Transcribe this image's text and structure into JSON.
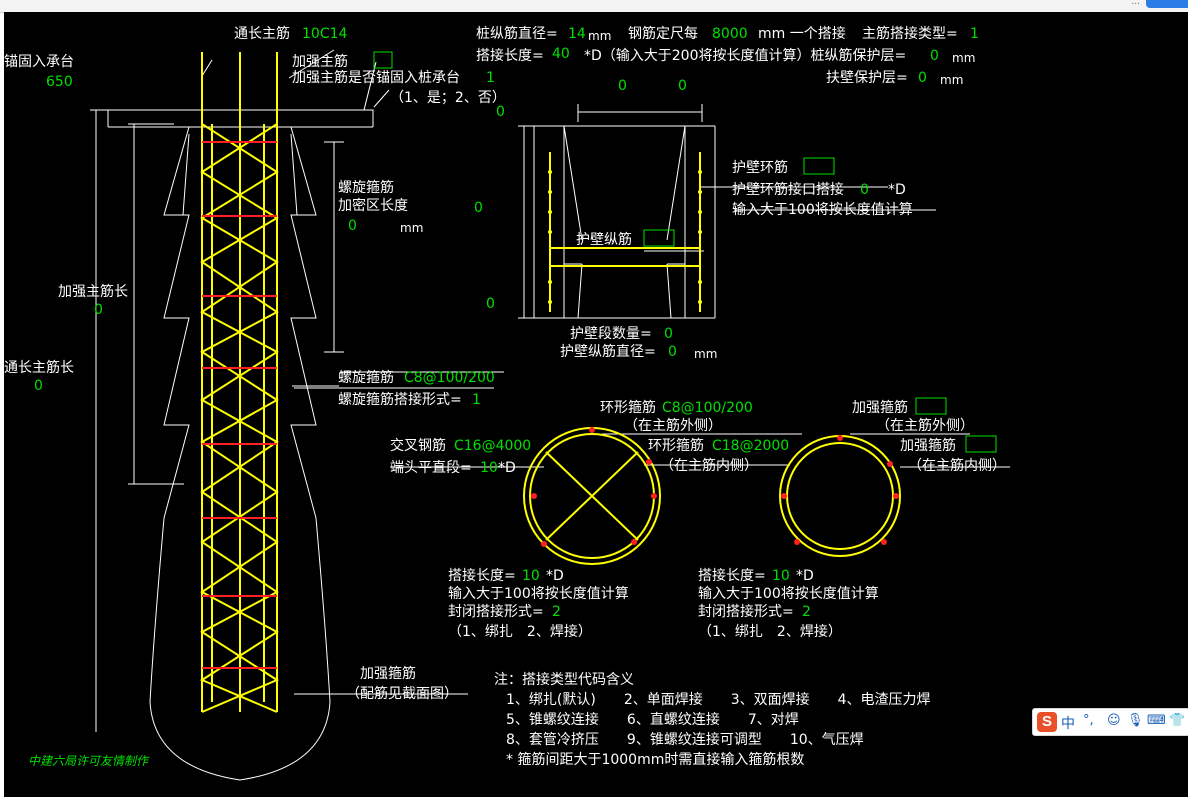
{
  "colors": {
    "background": "#000000",
    "white": "#ffffff",
    "green": "#00e000",
    "yellow": "#ffff00",
    "red": "#ff2020",
    "frame": "#ffffff",
    "ime_accent": "#e9502a"
  },
  "top_fragment": "...",
  "left_section": {
    "anchor_label": "锚固入承台",
    "anchor_value": "650",
    "through_rebar_label": "通长主筋",
    "through_rebar_value": "10C14",
    "strengthen_rebar_label": "加强主筋",
    "strengthen_anchor_label": "加强主筋是否锚固入桩承台",
    "strengthen_anchor_value": "1",
    "strengthen_anchor_hint": "（1、是；2、否）",
    "spiral_label": "螺旋箍筋",
    "dense_zone_label": "加密区长度",
    "dense_zone_value": "0",
    "dense_zone_unit": "mm",
    "strengthen_length_label": "加强主筋长",
    "strengthen_length_value": "0",
    "through_length_label": "通长主筋长",
    "through_length_value": "0",
    "spiral_spec_label": "螺旋箍筋",
    "spiral_spec_value": "C8@100/200",
    "spiral_lap_label": "螺旋箍筋搭接形式=",
    "spiral_lap_value": "1",
    "stirrup_label": "加强箍筋",
    "stirrup_note": "（配筋见截面图）",
    "credit": "中建六局许可友情制作"
  },
  "header_params": {
    "dia_label": "桩纵筋直径=",
    "dia_value": "14",
    "dia_unit": "mm",
    "fixed_label": "钢筋定尺每",
    "fixed_value": "8000",
    "fixed_unit": "mm 一个搭接",
    "lap_type_label": "主筋搭接类型=",
    "lap_type_value": "1",
    "lap_len_label": "搭接长度=",
    "lap_len_value": "40",
    "lap_len_note": "*D（输入大于200将按长度值计算）桩纵筋保护层=",
    "cover_value": "0",
    "cover_unit": "mm",
    "wall_cover_label": "扶壁保护层=",
    "wall_cover_value": "0",
    "wall_cover_unit": "mm"
  },
  "wall_section": {
    "top_dim_a": "0",
    "top_dim_b": "0",
    "left_dim": "0",
    "mid_dim": "0",
    "bottom_dim": "0",
    "ring_rebar_label": "护壁环筋",
    "ring_lap_label": "护壁环筋接口搭接",
    "ring_lap_value": "0",
    "ring_lap_unit": "*D",
    "ring_lap_hint": "输入大于100将按长度值计算",
    "long_rebar_label": "护壁纵筋",
    "seg_count_label": "护壁段数量=",
    "seg_count_value": "0",
    "long_dia_label": "护壁纵筋直径=",
    "long_dia_value": "0",
    "long_dia_unit": "mm"
  },
  "circle_left": {
    "ring_label": "环形箍筋",
    "ring_value": "C8@100/200",
    "ring_outer_note": "（在主筋外侧）",
    "ring_inner_label": "环形箍筋",
    "ring_inner_value": "C18@2000",
    "ring_inner_note": "（在主筋内侧）",
    "cross_label": "交叉钢筋",
    "cross_value": "C16@4000",
    "end_label": "端头平直段=",
    "end_value": "10",
    "end_unit": "*D",
    "lap_label": "搭接长度=",
    "lap_value": "10",
    "lap_unit": "*D",
    "lap_hint": "输入大于100将按长度值计算",
    "close_label": "封闭搭接形式=",
    "close_value": "2",
    "close_hint": "（1、绑扎　2、焊接）"
  },
  "circle_right": {
    "stirrup_label": "加强箍筋",
    "outer_note": "（在主筋外侧）",
    "inner_label": "加强箍筋",
    "inner_note": "（在主筋内侧）",
    "lap_label": "搭接长度=",
    "lap_value": "10",
    "lap_unit": "*D",
    "lap_hint": "输入大于100将按长度值计算",
    "close_label": "封闭搭接形式=",
    "close_value": "2",
    "close_hint": "（1、绑扎　2、焊接）"
  },
  "notes": {
    "title": "注：搭接类型代码含义",
    "line1": "1、绑扎(默认)　　2、单面焊接　　3、双面焊接　　4、电渣压力焊",
    "line2": "5、锥螺纹连接　　6、直螺纹连接　　7、对焊",
    "line3": "8、套管冷挤压　　9、锥螺纹连接可调型　　10、气压焊",
    "line4": "* 箍筋间距大于1000mm时需直接输入箍筋根数"
  },
  "ime": {
    "logo": "S",
    "lang": "中",
    "icons": [
      "punct-icon",
      "emoji-icon",
      "mic-icon",
      "keyboard-icon",
      "shirt-icon"
    ]
  }
}
